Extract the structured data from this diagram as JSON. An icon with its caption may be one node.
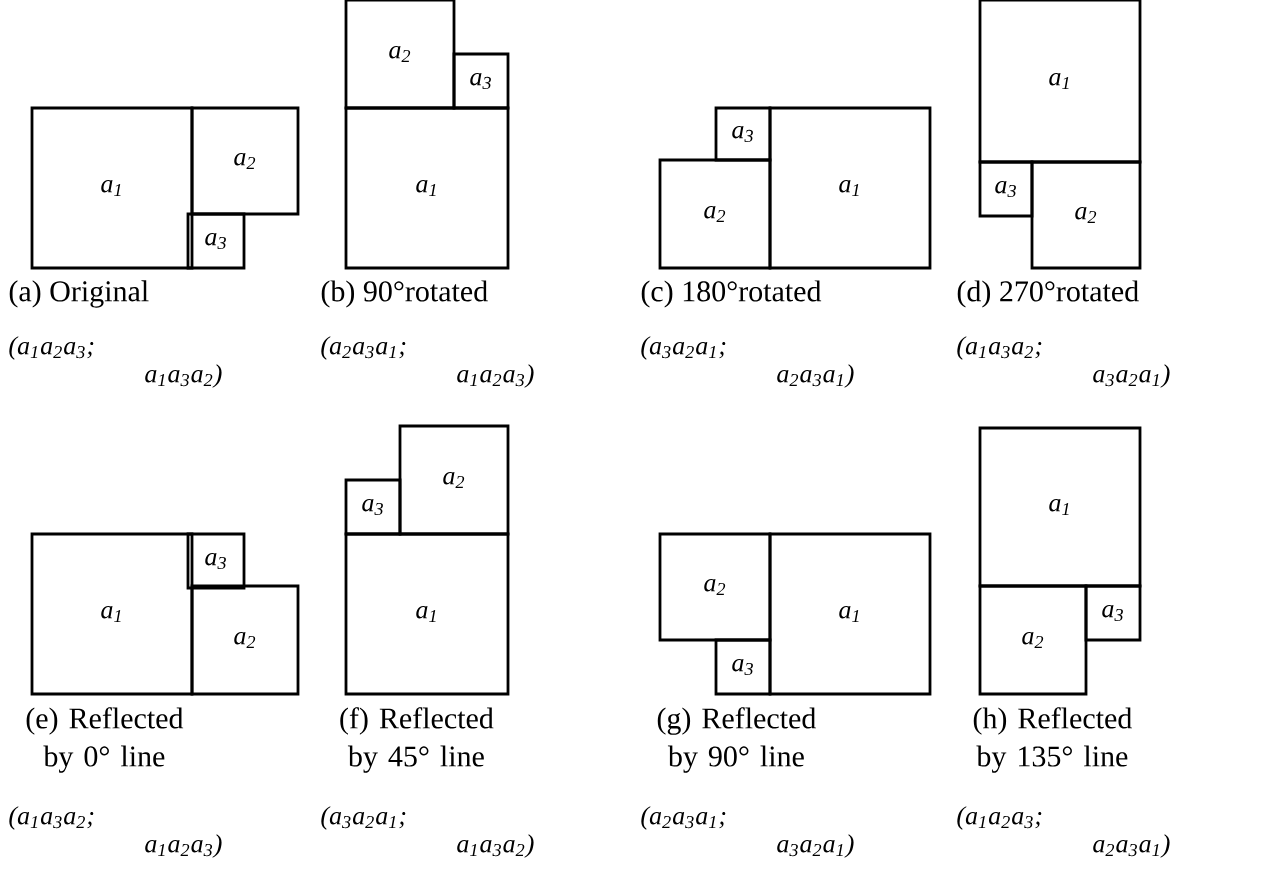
{
  "diagram": {
    "nodes": [
      {
        "text": [
          "a$_{1}$"
        ]
      },
      {
        "text": [
          "a$_{2}$"
        ]
      },
      {
        "text": [
          "a$_{3}$"
        ]
      },
      {
        "text": [
          "a$_{2}$"
        ]
      },
      {
        "text": [
          "a$_{3}$"
        ]
      },
      {
        "text": [
          "a$_{1}$"
        ]
      },
      {
        "text": [
          "a$_{3}$"
        ]
      },
      {
        "text": [
          "a$_{2}$"
        ]
      },
      {
        "text": [
          "a$_{1}$"
        ]
      },
      {
        "text": [
          "a$_{1}$"
        ]
      },
      {
        "text": [
          "a$_{3}$"
        ]
      },
      {
        "text": [
          "a$_{2}$"
        ]
      },
      {
        "text": [
          "a$_{1}$"
        ]
      },
      {
        "text": [
          "a$_{3}$"
        ]
      },
      {
        "text": [
          "a$_{2}$"
        ]
      },
      {
        "text": [
          "a$_{3}$"
        ]
      },
      {
        "text": [
          "a$_{2}$"
        ]
      },
      {
        "text": [
          "a$_{1}$"
        ]
      },
      {
        "text": [
          "a$_{2}$"
        ]
      },
      {
        "text": [
          "a$_{1}$"
        ]
      },
      {
        "text": [
          "a$_{3}$"
        ]
      },
      {
        "text": [
          "a$_{1}$"
        ]
      },
      {
        "text": [
          "a$_{2}$"
        ]
      },
      {
        "text": [
          "a$_{3}$"
        ]
      }
    ],
    "labels": [
      "(a) Original",
      "(b) 90°rotated",
      "(c) 180°rotated",
      "(d) 270°rotated",
      "(a$_{1}$a$_{2}$a$_{3}$;",
      "a$_{1}$a$_{3}$a$_{2}$)",
      "(a$_{2}$a$_{3}$a$_{1}$;",
      "a$_{1}$a$_{2}$a$_{3}$)",
      "(a$_{3}$a$_{2}$a$_{1}$;",
      "a$_{2}$a$_{3}$a$_{1}$)",
      "(a$_{1}$a$_{3}$a$_{2}$;",
      "a$_{3}$a$_{2}$a$_{1}$)",
      "(e) Reflected by 0° line",
      "(f) Reflected by 45° line",
      "(g) Reflected by 90° line",
      "(h) Reflected by 135° line",
      "(a$_{1}$a$_{3}$a$_{2}$;",
      "a$_{1}$a$_{2}$a$_{3}$)",
      "(a$_{3}$a$_{2}$a$_{1}$;",
      "a$_{1}$a$_{3}$a$_{2}$)",
      "(a$_{2}$a$_{3}$a$_{1}$;",
      "a$_{3}$a$_{2}$a$_{1}$)",
      "(a$_{1}$a$_{2}$a$_{3}$;",
      "a$_{2}$a$_{3}$a$_{1}$)"
    ]
  }
}
